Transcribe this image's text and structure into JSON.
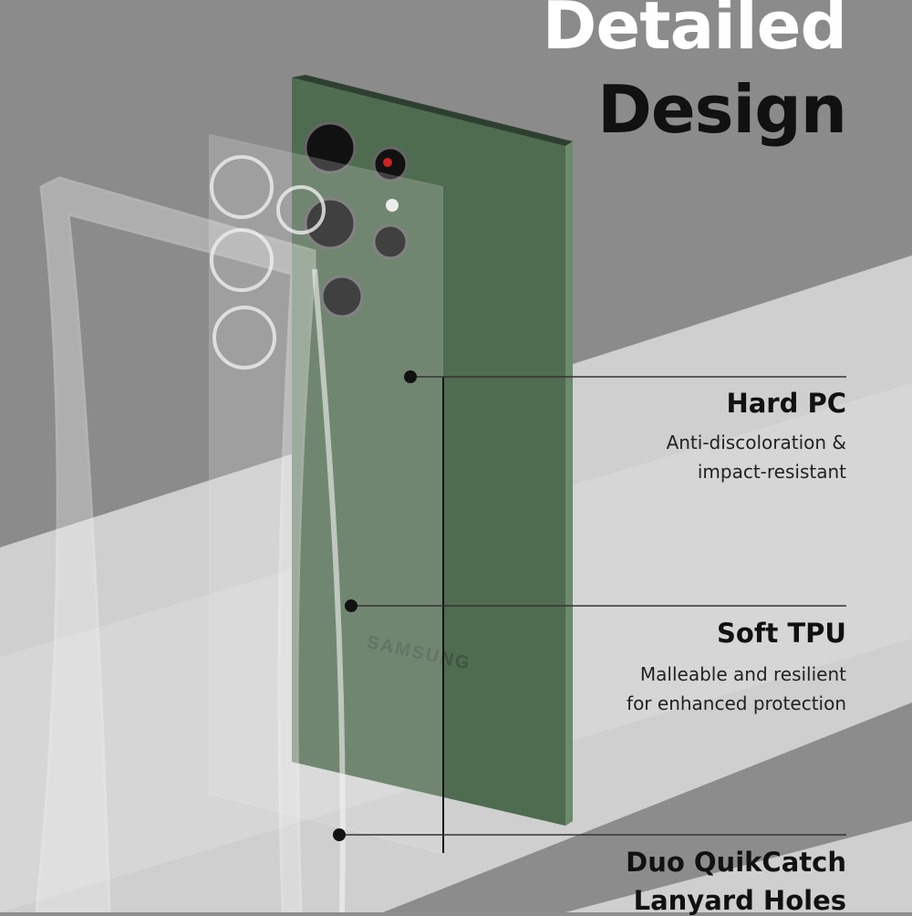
{
  "title": {
    "line1": "Detailed",
    "line2": "Design"
  },
  "features": [
    {
      "heading": "Hard PC",
      "desc_line1": "Anti-discoloration &",
      "desc_line2": "impact-resistant"
    },
    {
      "heading": "Soft TPU",
      "desc_line1": "Malleable and resilient",
      "desc_line2": "for enhanced protection"
    },
    {
      "heading_line1": "Duo QuikCatch",
      "heading_line2": "Lanyard Holes"
    }
  ],
  "phone_logo": "SAMSUNG",
  "colors": {
    "background": "#8e8e8e",
    "light_band": "#d4d4d4",
    "phone_green": "#4f6b50",
    "text": "#111111"
  }
}
